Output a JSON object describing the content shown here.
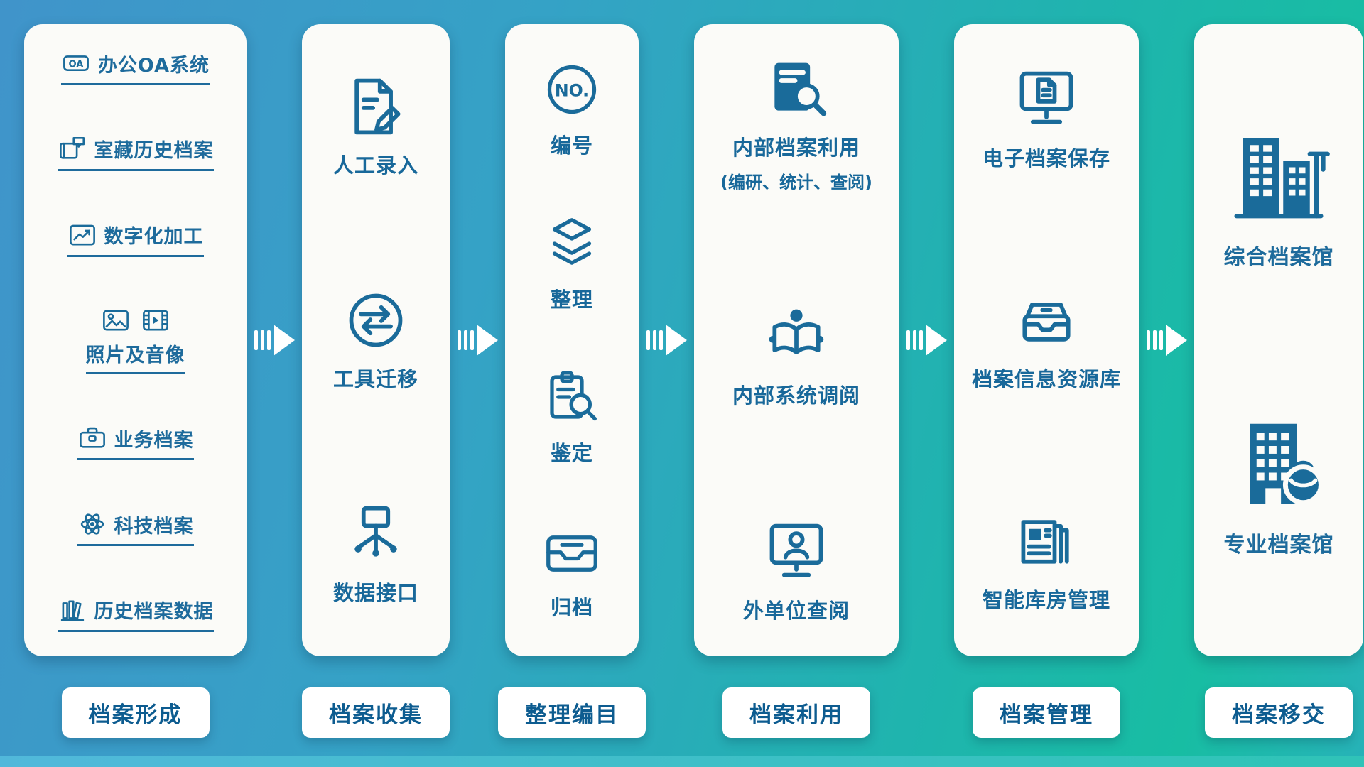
{
  "palette": {
    "ink": "#1a6b9a",
    "pill_text": "#0d5c90",
    "bg_blue": "#4094ca",
    "bg_teal": "#18bda3",
    "card_bg": "#fbfbf8"
  },
  "icon_text": {
    "oa": "OA",
    "no": "NO."
  },
  "stages": [
    {
      "name": "档案形成",
      "items": [
        {
          "icon": "oa-badge-icon",
          "label": "办公OA系统"
        },
        {
          "icon": "history-archive-icon",
          "label": "室藏历史档案"
        },
        {
          "icon": "digitization-icon",
          "label": "数字化加工"
        },
        {
          "icon": "photo-video-icon",
          "label": "照片及音像"
        },
        {
          "icon": "briefcase-icon",
          "label": "业务档案"
        },
        {
          "icon": "atom-icon",
          "label": "科技档案"
        },
        {
          "icon": "books-icon",
          "label": "历史档案数据"
        }
      ]
    },
    {
      "name": "档案收集",
      "items": [
        {
          "icon": "manual-entry-icon",
          "label": "人工录入"
        },
        {
          "icon": "tool-migration-icon",
          "label": "工具迁移"
        },
        {
          "icon": "data-interface-icon",
          "label": "数据接口"
        }
      ]
    },
    {
      "name": "整理编目",
      "items": [
        {
          "icon": "number-icon",
          "label": "编号"
        },
        {
          "icon": "layers-icon",
          "label": "整理"
        },
        {
          "icon": "appraisal-icon",
          "label": "鉴定"
        },
        {
          "icon": "filing-tray-icon",
          "label": "归档"
        }
      ]
    },
    {
      "name": "档案利用",
      "items": [
        {
          "icon": "document-search-icon",
          "label": "内部档案利用",
          "sublabel": "(编研、统计、查阅)"
        },
        {
          "icon": "reading-icon",
          "label": "内部系统调阅"
        },
        {
          "icon": "monitor-user-icon",
          "label": "外单位查阅"
        }
      ]
    },
    {
      "name": "档案管理",
      "items": [
        {
          "icon": "monitor-document-icon",
          "label": "电子档案保存"
        },
        {
          "icon": "archive-drawer-icon",
          "label": "档案信息资源库"
        },
        {
          "icon": "smart-warehouse-icon",
          "label": "智能库房管理"
        }
      ]
    },
    {
      "name": "档案移交",
      "items": [
        {
          "icon": "city-buildings-icon",
          "label": "综合档案馆"
        },
        {
          "icon": "building-bag-icon",
          "label": "专业档案馆"
        }
      ]
    }
  ]
}
